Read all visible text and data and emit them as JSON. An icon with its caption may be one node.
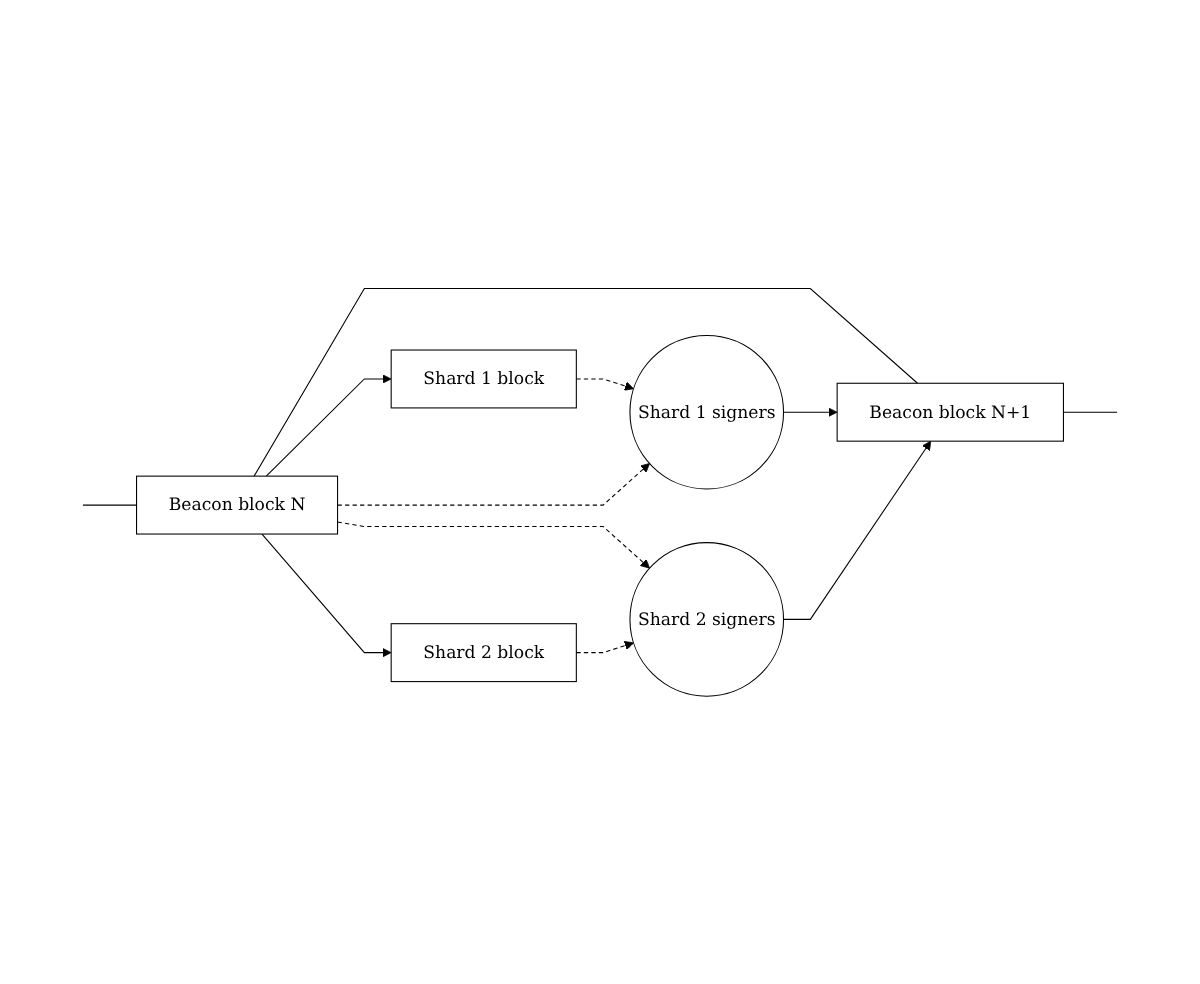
{
  "diagram": {
    "nodes": [
      {
        "text": [
          "Shard 1 block"
        ]
      },
      {
        "text": [
          "Shard 1 signers"
        ]
      },
      {
        "text": [
          "Beacon block N"
        ]
      },
      {
        "text": [
          "Beacon block N+1"
        ]
      },
      {
        "text": [
          "Shard 2 signers"
        ]
      },
      {
        "text": [
          "Shard 2 block"
        ]
      }
    ],
    "edges": [
      {
        "from": null,
        "to": 2,
        "arrow": "none"
      },
      {
        "from": 2,
        "to": 3,
        "arrow": "none"
      },
      {
        "from": 3,
        "to": null,
        "arrow": "none"
      },
      {
        "from": 2,
        "to": 0,
        "arrow": "to"
      },
      {
        "from": 0,
        "to": 1,
        "arrow": "to",
        "style": "dashed"
      },
      {
        "from": 2,
        "to": 1,
        "arrow": "to",
        "style": "dashed"
      },
      {
        "from": 1,
        "to": 3,
        "arrow": "to"
      },
      {
        "from": 2,
        "to": 4,
        "arrow": "to",
        "style": "dashed"
      },
      {
        "from": 4,
        "to": 3,
        "arrow": "to"
      },
      {
        "from": 2,
        "to": 5,
        "arrow": "to"
      },
      {
        "from": 5,
        "to": 4,
        "arrow": "to",
        "style": "dashed"
      }
    ]
  }
}
